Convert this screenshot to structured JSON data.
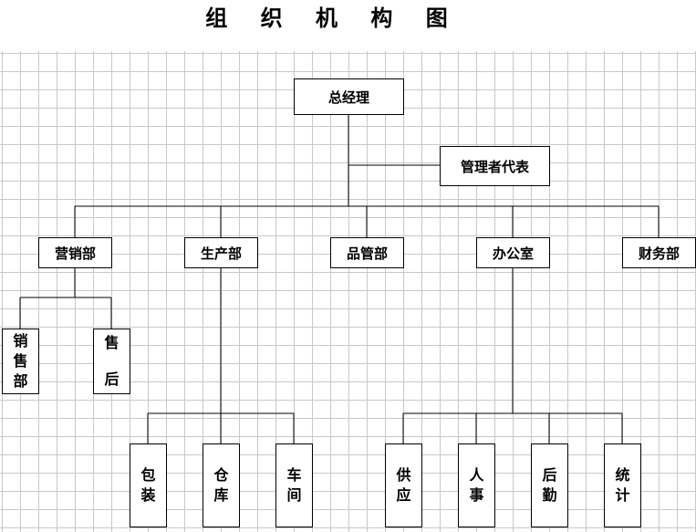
{
  "title": "组 织 机 构 图",
  "root": "总经理",
  "assistant": "管理者代表",
  "departments": {
    "marketing": "营销部",
    "production": "生产部",
    "quality": "品管部",
    "office": "办公室",
    "finance": "财务部"
  },
  "marketing_units": {
    "sales": "销售部",
    "after_sales": "售后"
  },
  "production_units": {
    "packaging": "包装",
    "warehouse": "仓库",
    "workshop": "车间"
  },
  "office_units": {
    "supply": "供应",
    "personnel": "人事",
    "logistics": "后勤",
    "statistics": "统计"
  }
}
